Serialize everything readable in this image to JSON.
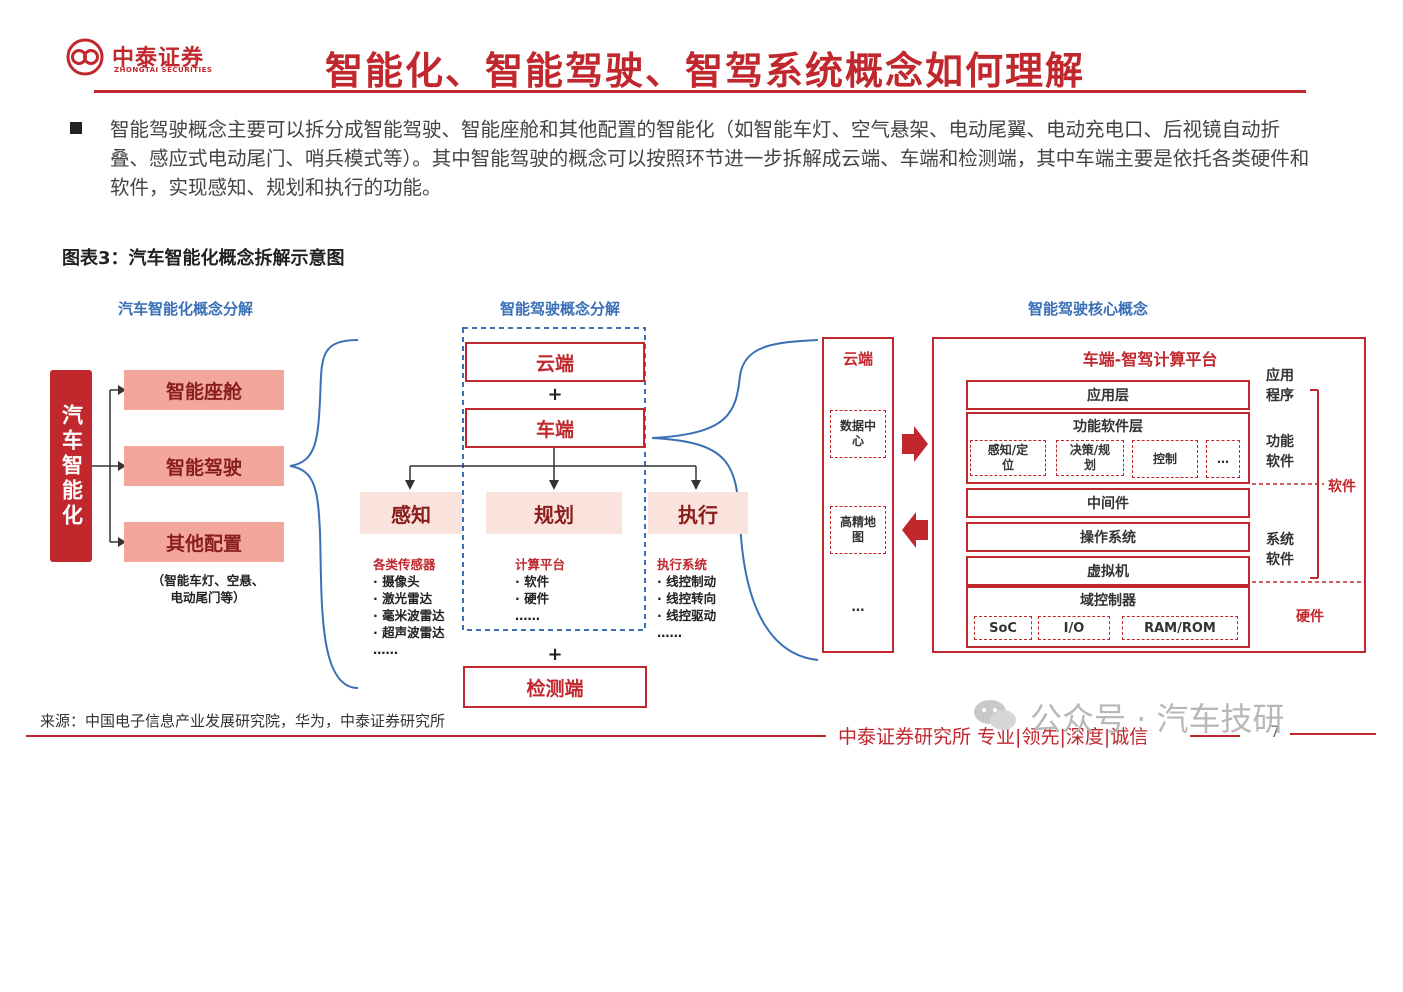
{
  "header": {
    "brand_cn": "中泰证券",
    "brand_en": "ZHONGTAI SECURITIES",
    "title": "智能化、智能驾驶、智驾系统概念如何理解"
  },
  "intro_text": "智能驾驶概念主要可以拆分成智能驾驶、智能座舱和其他配置的智能化（如智能车灯、空气悬架、电动尾翼、电动充电口、后视镜自动折叠、感应式电动尾门、哨兵模式等）。其中智能驾驶的概念可以按照环节进一步拆解成云端、车端和检测端，其中车端主要是依托各类硬件和软件，实现感知、规划和执行的功能。",
  "figure_label": "图表3：汽车智能化概念拆解示意图",
  "diagram": {
    "sections": {
      "left": "汽车智能化概念分解",
      "middle": "智能驾驶概念分解",
      "right": "智能驾驶核心概念"
    },
    "left": {
      "root": "汽车智能化",
      "branches": [
        "智能座舱",
        "智能驾驶",
        "其他配置"
      ],
      "note_line1": "（智能车灯、空悬、",
      "note_line2": "电动尾门等）"
    },
    "middle": {
      "cloud": "云端",
      "plus1": "+",
      "vehicle": "车端",
      "functions": [
        "感知",
        "规划",
        "执行"
      ],
      "perception": {
        "head": "各类传感器",
        "items": [
          "· 摄像头",
          "· 激光雷达",
          "· 毫米波雷达",
          "· 超声波雷达"
        ],
        "more": "……"
      },
      "planning": {
        "head": "计算平台",
        "items": [
          "· 软件",
          "· 硬件"
        ],
        "more": "……"
      },
      "execution": {
        "head": "执行系统",
        "items": [
          "· 线控制动",
          "· 线控转向",
          "· 线控驱动"
        ],
        "more": "……"
      },
      "plus2": "+",
      "detection": "检测端"
    },
    "right": {
      "cloud_title": "云端",
      "cloud_items": [
        "数据中心",
        "高精地图",
        "…"
      ],
      "platform_title": "车端-智驾计算平台",
      "layers": {
        "application": "应用层",
        "function_sw": "功能软件层",
        "function_items": [
          "感知/定位",
          "决策/规划",
          "控制",
          "…"
        ],
        "middleware": "中间件",
        "os": "操作系统",
        "vm": "虚拟机",
        "hw_title": "域控制器",
        "hw_items": [
          "SoC",
          "I/O",
          "RAM/ROM"
        ]
      },
      "side_labels": {
        "app_program": "应用程序",
        "function_software": "功能软件",
        "system_software": "系统软件",
        "software": "软件",
        "hardware": "硬件"
      }
    }
  },
  "source": "来源：中国电子信息产业发展研究院，华为，中泰证券研究所",
  "footer": {
    "slogan": "中泰证券研究所 专业|领先|深度|诚信",
    "page": "7",
    "watermark": "公众号 · 汽车技研"
  },
  "colors": {
    "accent": "#c0282e",
    "section_title": "#3b6fb6",
    "pink": "#f3a79a",
    "light_pink": "#fbe3dd"
  }
}
